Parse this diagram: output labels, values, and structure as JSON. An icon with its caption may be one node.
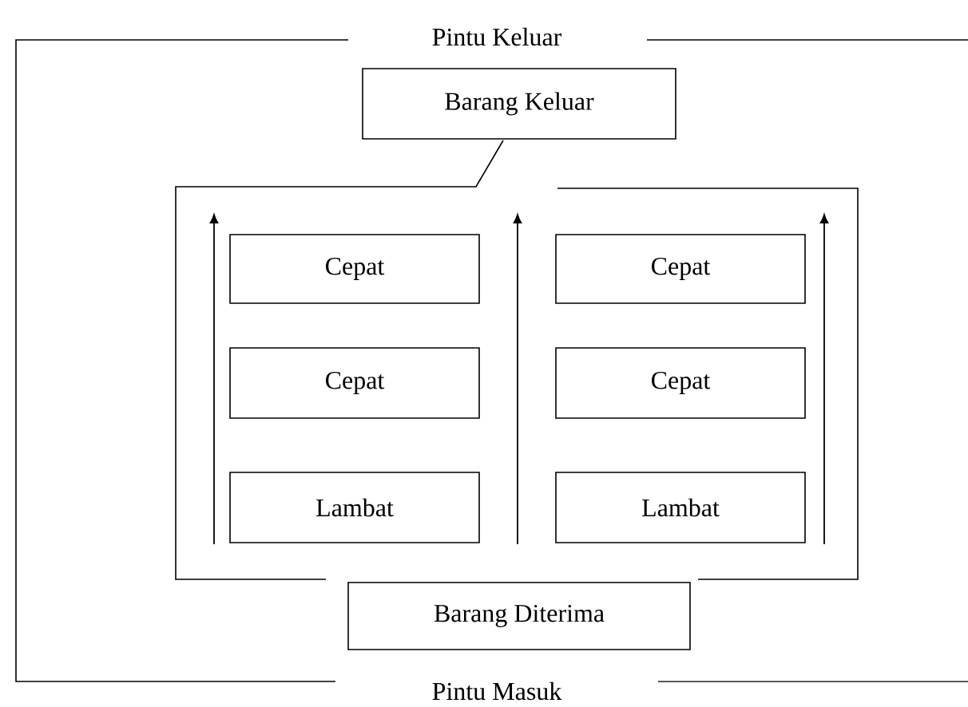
{
  "diagram": {
    "nodes": [
      {
        "text": [
          "Barang Keluar"
        ]
      },
      {
        "text": [
          "Cepat"
        ]
      },
      {
        "text": [
          "Cepat"
        ]
      },
      {
        "text": [
          "Cepat"
        ]
      },
      {
        "text": [
          "Cepat"
        ]
      },
      {
        "text": [
          "Lambat"
        ]
      },
      {
        "text": [
          "Lambat"
        ]
      },
      {
        "text": [
          "Barang Diterima"
        ]
      }
    ],
    "labels": [
      "Pintu Keluar",
      "Pintu Masuk"
    ]
  }
}
